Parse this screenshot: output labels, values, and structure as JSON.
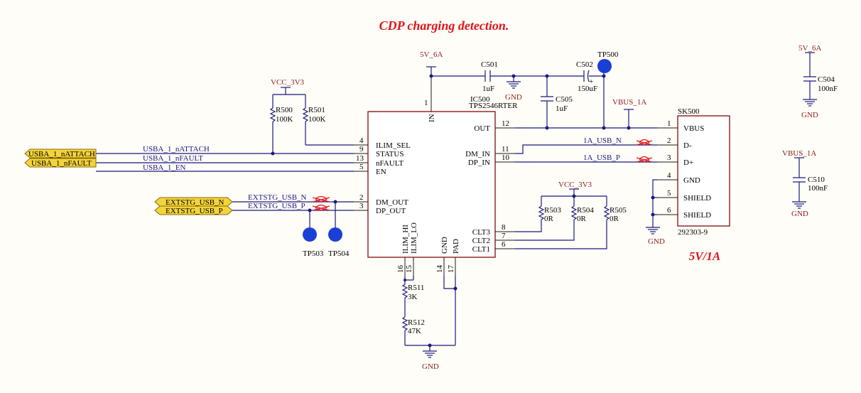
{
  "title": "CDP charging detection.",
  "note": "5V/1A",
  "power": {
    "v5_6a": "5V_6A",
    "vcc3v3": "VCC_3V3",
    "vbus_1a": "VBUS_1A",
    "gnd": "GND"
  },
  "ic": {
    "ref": "IC500",
    "part": "TPS2546RTER",
    "pins_left": [
      {
        "num": "4",
        "name": "ILIM_SEL"
      },
      {
        "num": "9",
        "name": "STATUS"
      },
      {
        "num": "13",
        "name": "nFAULT"
      },
      {
        "num": "5",
        "name": "EN"
      },
      {
        "num": "2",
        "name": "DM_OUT"
      },
      {
        "num": "3",
        "name": "DP_OUT"
      }
    ],
    "pins_right": [
      {
        "num": "12",
        "name": "OUT"
      },
      {
        "num": "11",
        "name": "DM_IN"
      },
      {
        "num": "10",
        "name": "DP_IN"
      },
      {
        "num": "8",
        "name": "CLT3"
      },
      {
        "num": "7",
        "name": "CLT2"
      },
      {
        "num": "6",
        "name": "CLT1"
      }
    ],
    "pin_top": {
      "num": "1",
      "name": "IN"
    },
    "pins_bottom": [
      {
        "num": "16",
        "name": "ILIM_HI"
      },
      {
        "num": "15",
        "name": "ILIM_LO"
      },
      {
        "num": "14",
        "name": "GND"
      },
      {
        "num": "17",
        "name": "PAD"
      }
    ]
  },
  "connector": {
    "ref": "SK500",
    "part": "292303-9",
    "pins": [
      {
        "num": "1",
        "name": "VBUS"
      },
      {
        "num": "2",
        "name": "D-"
      },
      {
        "num": "3",
        "name": "D+"
      },
      {
        "num": "4",
        "name": "GND"
      },
      {
        "num": "5",
        "name": "SHIELD"
      },
      {
        "num": "6",
        "name": "SHIELD"
      }
    ]
  },
  "ports": {
    "usba_nattach": "USBA_1_nATTACH",
    "usba_nfault": "USBA_1_nFAULT",
    "extstg_n": "EXTSTG_USB_N",
    "extstg_p": "EXTSTG_USB_P"
  },
  "nets": {
    "usba_nattach": "USBA_1_nATTACH",
    "usba_nfault": "USBA_1_nFAULT",
    "usba_en": "USBA_1_EN",
    "extstg_n": "EXTSTG_USB_N",
    "extstg_p": "EXTSTG_USB_P",
    "usb_n_1a": "1A_USB_N",
    "usb_p_1a": "1A_USB_P"
  },
  "components": {
    "c501": {
      "ref": "C501",
      "value": "1uF"
    },
    "c502": {
      "ref": "C502",
      "value": "150uF"
    },
    "c505": {
      "ref": "C505",
      "value": "1uF"
    },
    "c504": {
      "ref": "C504",
      "value": "100nF"
    },
    "c510": {
      "ref": "C510",
      "value": "100nF"
    },
    "r500": {
      "ref": "R500",
      "value": "100K"
    },
    "r501": {
      "ref": "R501",
      "value": "100K"
    },
    "r503": {
      "ref": "R503",
      "value": "0R"
    },
    "r504": {
      "ref": "R504",
      "value": "0R"
    },
    "r505": {
      "ref": "R505",
      "value": "0R"
    },
    "r511": {
      "ref": "R511",
      "value": "3K"
    },
    "r512": {
      "ref": "R512",
      "value": "47K"
    },
    "tp500": "TP500",
    "tp503": "TP503",
    "tp504": "TP504"
  }
}
